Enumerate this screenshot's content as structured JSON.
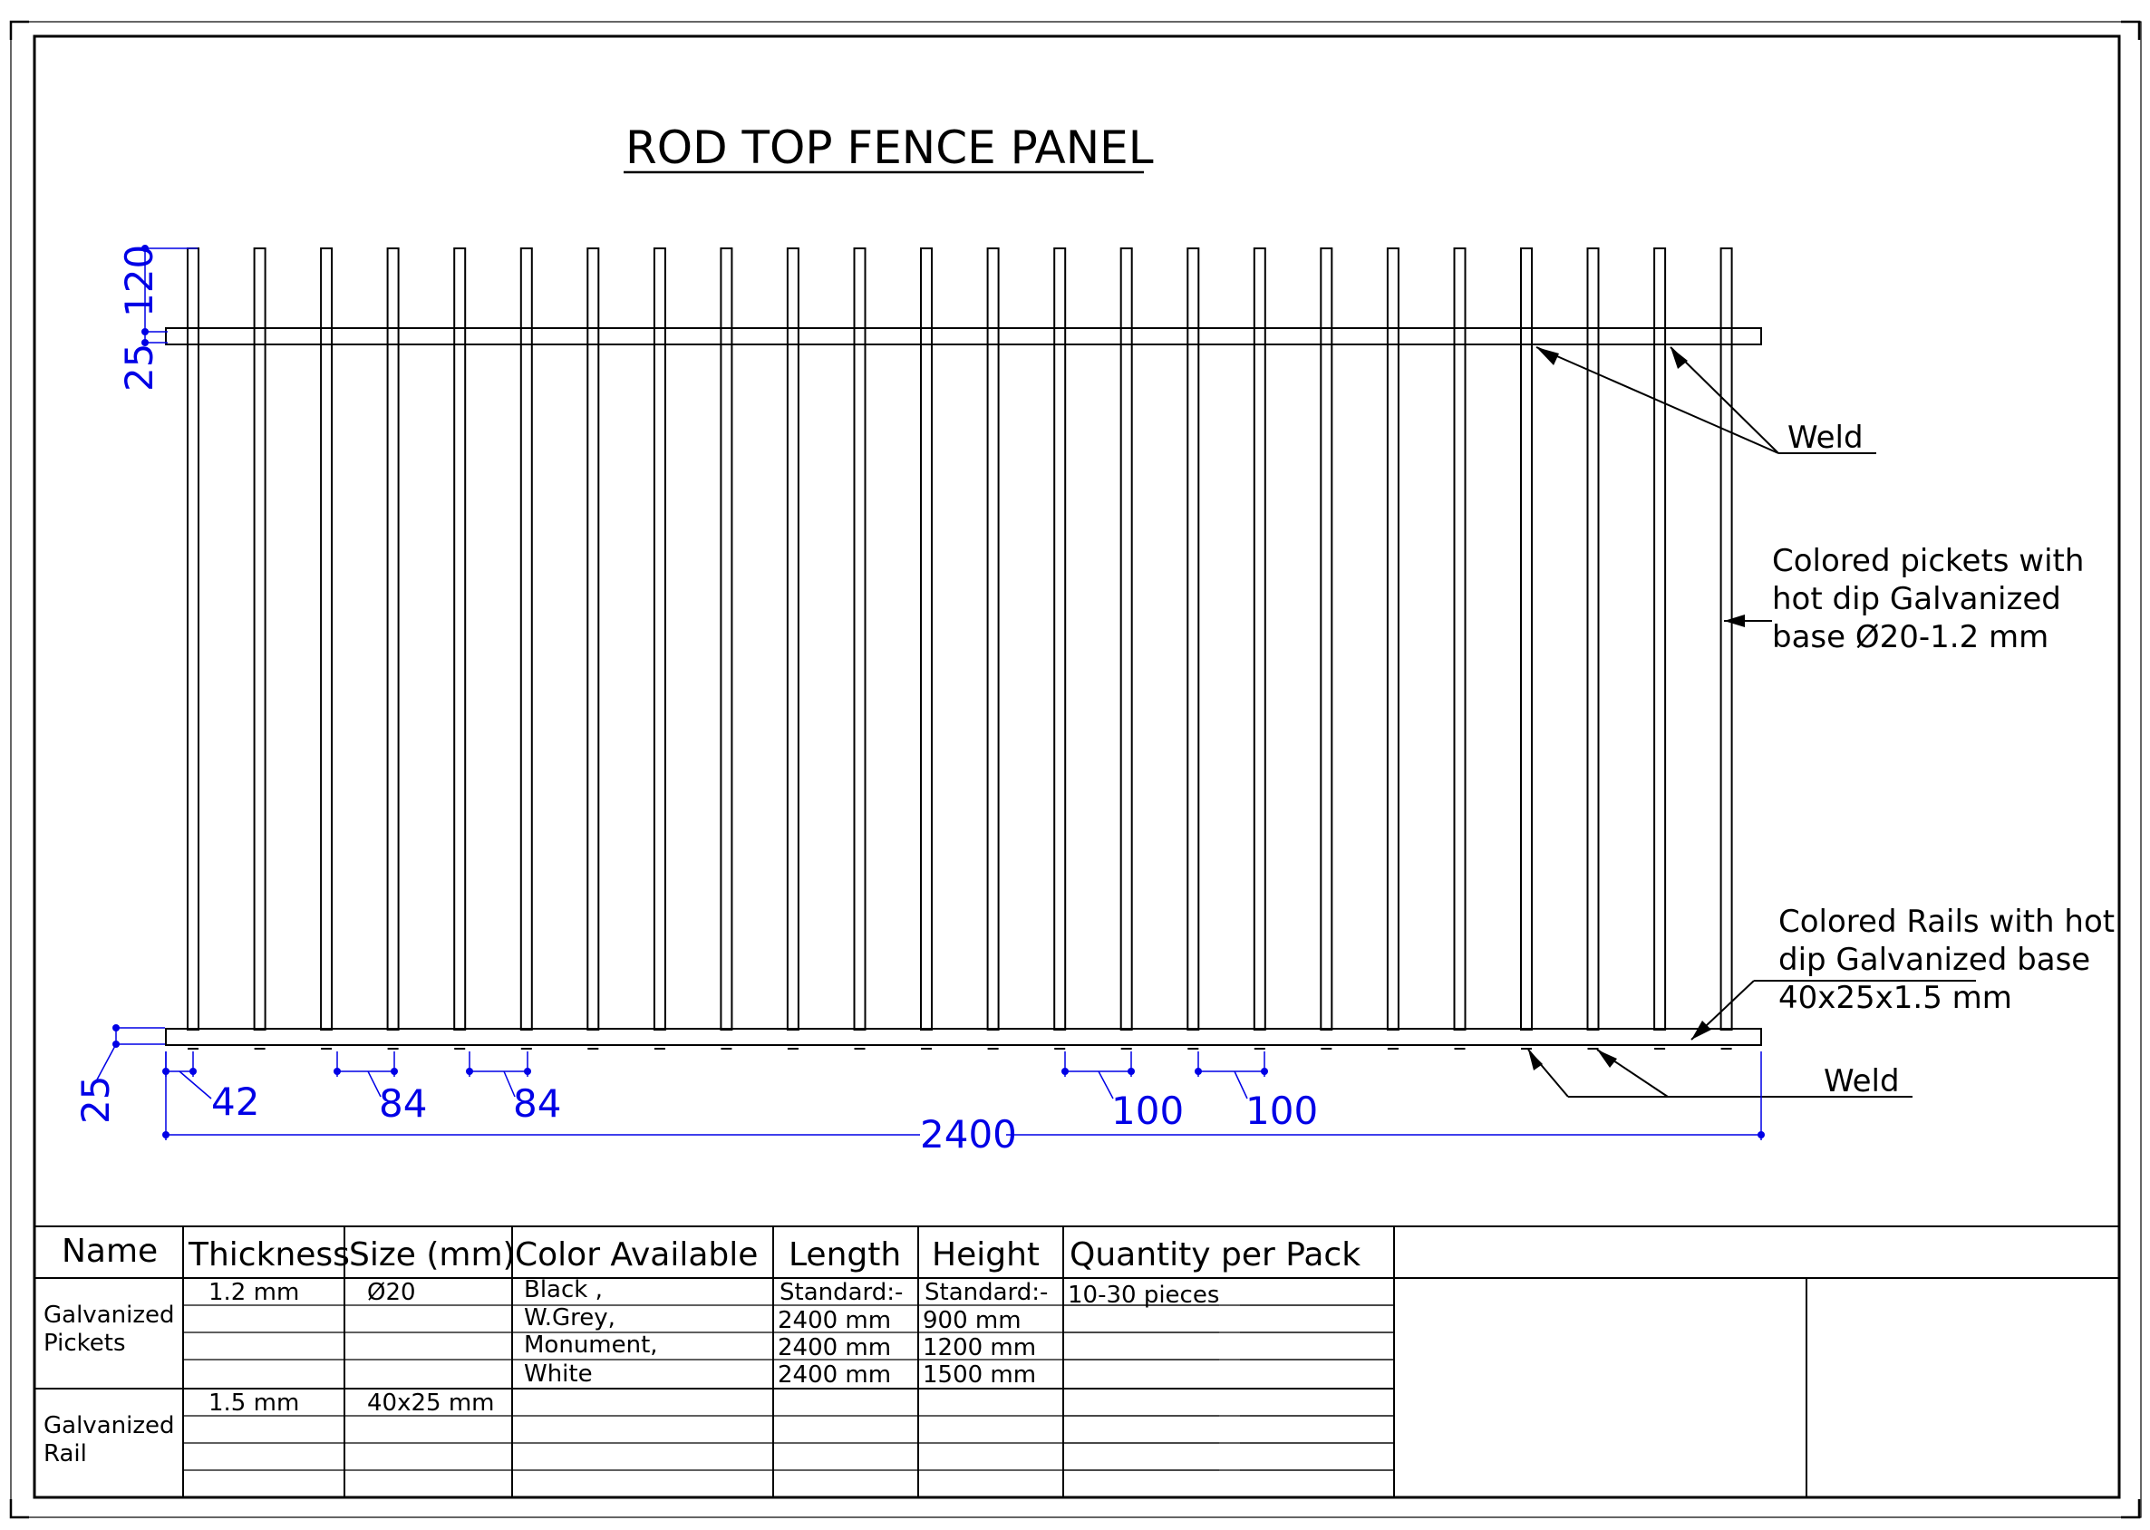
{
  "title": "ROD TOP FENCE PANEL",
  "dimensions": {
    "top_picket": "120",
    "rail_top": "25",
    "rail_bottom": "25",
    "end_offset": "42",
    "spacing_a": "84",
    "spacing_b": "84",
    "spacing_c": "100",
    "spacing_d": "100",
    "overall_length": "2400"
  },
  "annotations": {
    "weld_top": "Weld",
    "weld_bottom": "Weld",
    "pickets_note": [
      "Colored pickets with",
      "hot dip Galvanized",
      "base Ø20-1.2 mm"
    ],
    "rails_note": [
      "Colored Rails with hot",
      "dip Galvanized base",
      "40x25x1.5 mm"
    ]
  },
  "table": {
    "headers": [
      "Name",
      "Thickness",
      "Size (mm)",
      "Color Available",
      "Length",
      "Height",
      "Quantity per Pack"
    ],
    "pickets": {
      "name": [
        "Galvanized",
        "Pickets"
      ],
      "thickness": "1.2 mm",
      "size": "Ø20",
      "colors": [
        "Black ,",
        "W.Grey,",
        "Monument,",
        "White"
      ],
      "length": [
        "Standard:-",
        "2400 mm",
        "2400 mm",
        "2400 mm"
      ],
      "height": [
        "Standard:-",
        "900 mm",
        "1200 mm",
        "1500 mm"
      ],
      "quantity": "10-30 pieces"
    },
    "rail": {
      "name": [
        "Galvanized",
        "Rail"
      ],
      "thickness": "1.5 mm",
      "size": "40x25 mm"
    }
  },
  "colors": {
    "line": "#000000",
    "dimension": "#0000e6"
  }
}
